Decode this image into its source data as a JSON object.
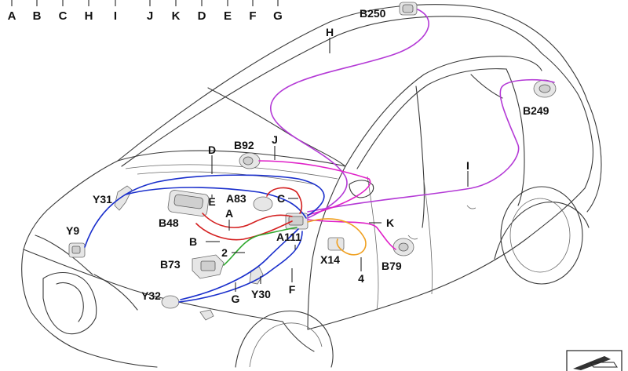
{
  "legend_letters": [
    "A",
    "B",
    "C",
    "H",
    "I",
    "J",
    "K",
    "D",
    "E",
    "F",
    "G"
  ],
  "components": {
    "B250": "B250",
    "H": "H",
    "B249": "B249",
    "B92": "B92",
    "J": "J",
    "D": "D",
    "I": "I",
    "Y31": "Y31",
    "E": "E",
    "A83": "A83",
    "C": "C",
    "B48": "B48",
    "A": "A",
    "K": "K",
    "Y9": "Y9",
    "B": "B",
    "A111": "A111",
    "n2": "2",
    "X14": "X14",
    "B79": "B79",
    "B73": "B73",
    "n4": "4",
    "Y32": "Y32",
    "G": "G",
    "Y30": "Y30",
    "F": "F"
  },
  "harness_colors": {
    "A": "#d42020",
    "B": "#d42020",
    "C": "#d42020",
    "D": "#1a2fcc",
    "E": "#1a2fcc",
    "F": "#1a2fcc",
    "G": "#2ea82e",
    "H": "#b43ad6",
    "I": "#b43ad6",
    "J": "#e020c8",
    "K": "#e020c8",
    "n4": "#f0a020"
  },
  "icons": [
    "arrow-box-icon"
  ]
}
